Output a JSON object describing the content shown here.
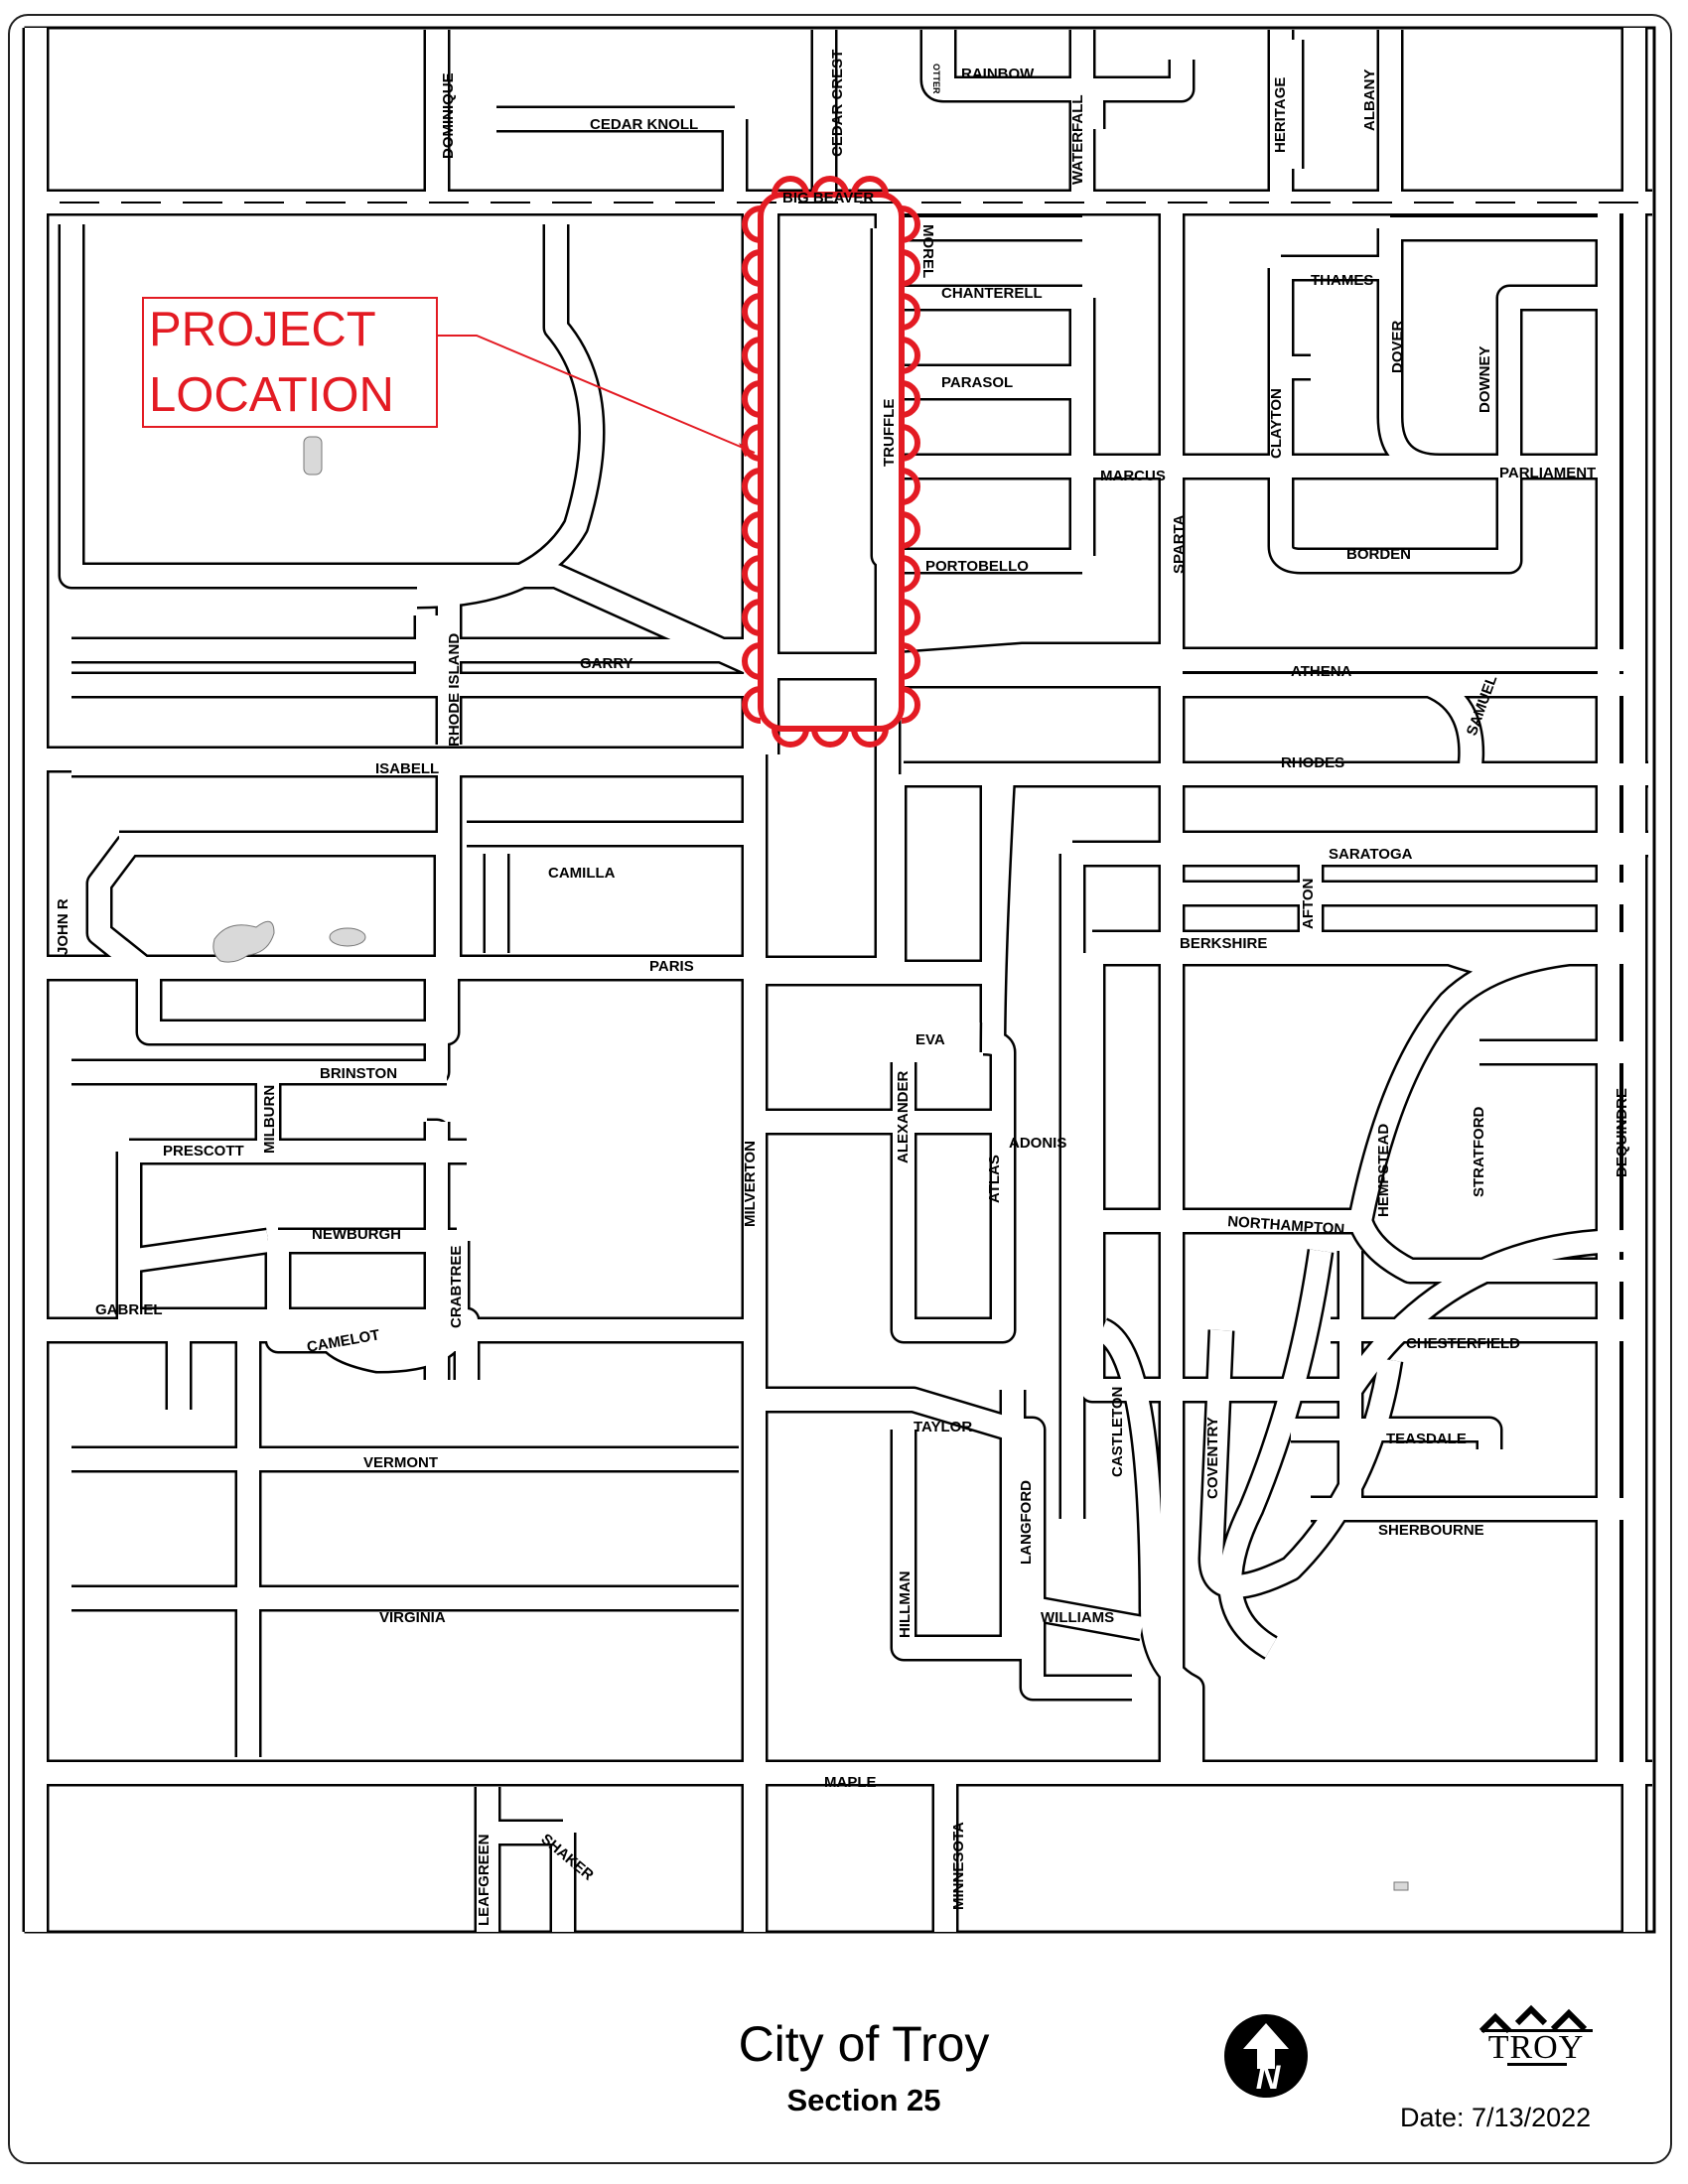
{
  "map": {
    "project_label_line1": "PROJECT",
    "project_label_line2": "LOCATION",
    "colors": {
      "project": "#e31b23",
      "road_outline": "#000000",
      "water": "#d9d9d9"
    },
    "roads": {
      "big_beaver": "BIG BEAVER",
      "rainbow": "RAINBOW",
      "otter": "OTTER",
      "cedar_knoll": "CEDAR KNOLL",
      "dominique": "DOMINIQUE",
      "cedar_crest": "CEDAR CREST",
      "waterfall": "WATERFALL",
      "heritage": "HERITAGE",
      "albany": "ALBANY",
      "morel": "MOREL",
      "chanterell": "CHANTERELL",
      "parasol": "PARASOL",
      "truffle": "TRUFFLE",
      "marcus": "MARCUS",
      "portobello": "PORTOBELLO",
      "thames": "THAMES",
      "dover": "DOVER",
      "downey": "DOWNEY",
      "clayton": "CLAYTON",
      "parliament": "PARLIAMENT",
      "borden": "BORDEN",
      "sparta": "SPARTA",
      "garry": "GARRY",
      "athena": "ATHENA",
      "rhode_island": "RHODE ISLAND",
      "samuel": "SAMUEL",
      "isabell": "ISABELL",
      "rhodes": "RHODES",
      "saratoga": "SARATOGA",
      "camilla": "CAMILLA",
      "afton": "AFTON",
      "john_r": "JOHN R",
      "berkshire": "BERKSHIRE",
      "paris": "PARIS",
      "eva": "EVA",
      "brinston": "BRINSTON",
      "milburn": "MILBURN",
      "alexander": "ALEXANDER",
      "prescott": "PRESCOTT",
      "adonis": "ADONIS",
      "atlas": "ATLAS",
      "hempstead": "HEMPSTEAD",
      "stratford": "STRATFORD",
      "dequindre": "DEQUINDRE",
      "milverton": "MILVERTON",
      "newburgh": "NEWBURGH",
      "northampton": "NORTHAMPTON",
      "crabtree": "CRABTREE",
      "gabriel": "GABRIEL",
      "camelot": "CAMELOT",
      "chesterfield": "CHESTERFIELD",
      "taylor": "TAYLOR",
      "castleton": "CASTLETON",
      "coventry": "COVENTRY",
      "teasdale": "TEASDALE",
      "vermont": "VERMONT",
      "langford": "LANGFORD",
      "sherbourne": "SHERBOURNE",
      "hillman": "HILLMAN",
      "williams": "WILLIAMS",
      "virginia": "VIRGINIA",
      "maple": "MAPLE",
      "leafgreen": "LEAFGREEN",
      "shaker": "SHAKER",
      "minnesota": "MINNESOTA"
    }
  },
  "footer": {
    "title": "City of Troy",
    "section": "Section 25",
    "date": "Date: 7/13/2022",
    "logo_text": "TROY"
  },
  "icons": {
    "north_arrow": "north-arrow-icon",
    "logo": "troy-logo-icon"
  }
}
